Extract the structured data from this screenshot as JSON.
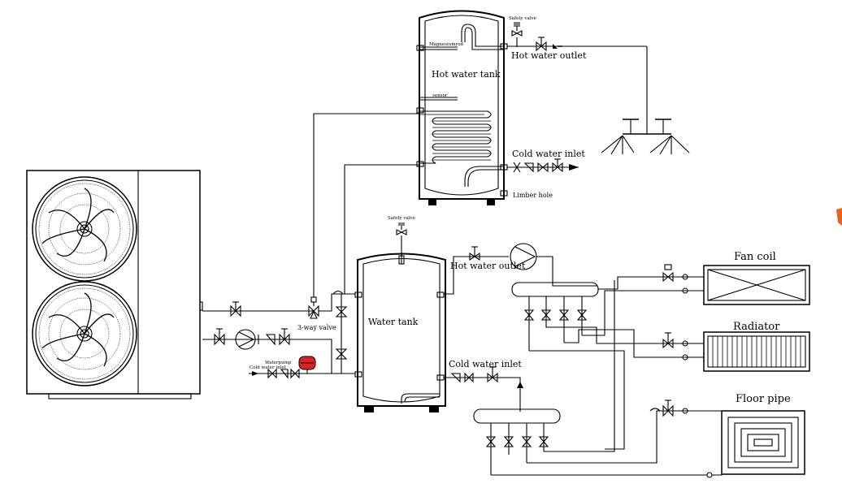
{
  "labels": {
    "safety_valve_top": "Safety valve",
    "magnesium_rod": "Magnesiumrod",
    "hot_water_tank": "Hot water tank",
    "sensor": "sensor",
    "hot_water_outlet_top": "Hot water outlet",
    "cold_water_inlet_top": "Cold water inlet",
    "limber_hole": "Limber hole",
    "safety_valve_mid": "Safety valve",
    "water_tank": "Water tank",
    "hot_water_outlet_mid": "Hot water outlet",
    "cold_water_inlet_mid": "Cold water inlet",
    "three_way_valve": "3-way valve",
    "waterpump": "Waterpump",
    "cold_water_inlet_left": "Cold water inlet",
    "fan_coil": "Fan coil",
    "radiator": "Radiator",
    "floor_pipe": "Floor pipe"
  },
  "colors": {
    "line": "#000000",
    "expansion_tank": "#d92323",
    "edge_mark": "#e8641e"
  }
}
